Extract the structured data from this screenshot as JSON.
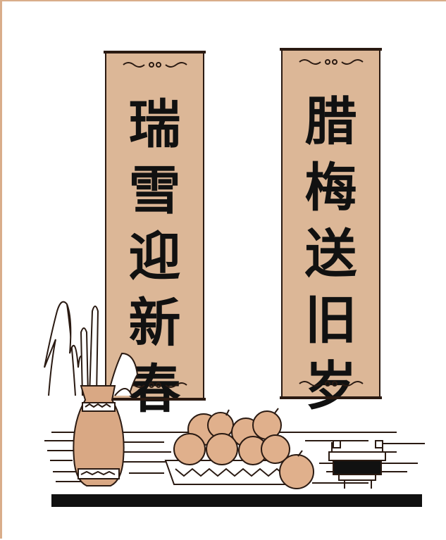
{
  "couplet": {
    "left_scroll": {
      "characters": [
        "瑞",
        "雪",
        "迎",
        "新",
        "春"
      ]
    },
    "right_scroll": {
      "characters": [
        "腊",
        "梅",
        "送",
        "旧",
        "岁"
      ]
    }
  },
  "colors": {
    "frame_border": "#d9ad8a",
    "scroll_paper": "#dcb797",
    "ink": "#111111",
    "fruit": "#e0b08c",
    "vase": "#d9a884"
  }
}
